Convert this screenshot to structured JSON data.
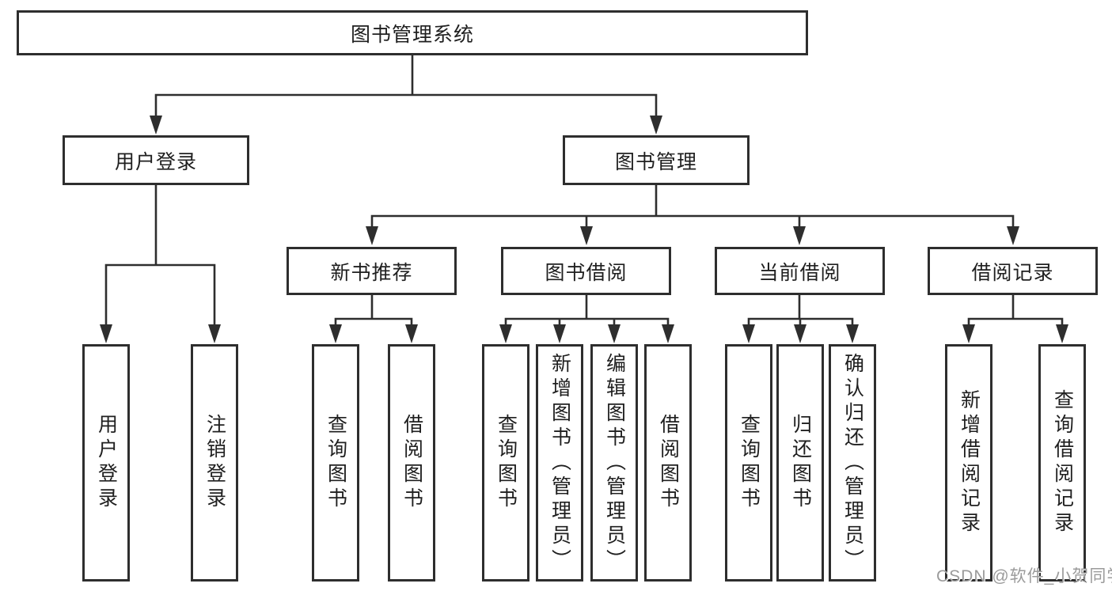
{
  "diagram_title": "图书管理系统",
  "root_label": "图书管理系统",
  "level2": {
    "left": "用户登录",
    "right": "图书管理"
  },
  "level3": [
    "新书推荐",
    "图书借阅",
    "当前借阅",
    "借阅记录"
  ],
  "leaves": {
    "login": [
      "用户登录",
      "注销登录"
    ],
    "recommend": [
      "查询图书",
      "借阅图书"
    ],
    "borrow": [
      "查询图书",
      "新增图书（管理员）",
      "编辑图书（管理员）",
      "借阅图书"
    ],
    "current": [
      "查询图书",
      "归还图书",
      "确认归还（管理员）"
    ],
    "records": [
      "新增借阅记录",
      "查询借阅记录"
    ]
  },
  "watermark": {
    "text": "CSDN @软件_小贺同学"
  },
  "colors": {
    "line": "#2e2e2e",
    "text": "#1f1f1f",
    "background": "#ffffff",
    "watermark": "#9b9b9b"
  }
}
